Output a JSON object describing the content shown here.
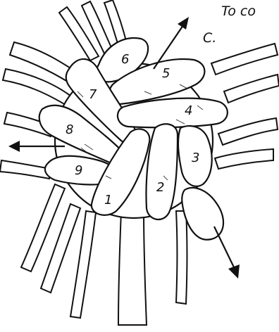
{
  "caption_fragment": "To co",
  "figure_letter": "C.",
  "loop_labels": [
    "1",
    "2",
    "3",
    "4",
    "5",
    "6",
    "7",
    "8",
    "9"
  ],
  "colors": {
    "ink": "#111111",
    "paper": "#ffffff"
  }
}
